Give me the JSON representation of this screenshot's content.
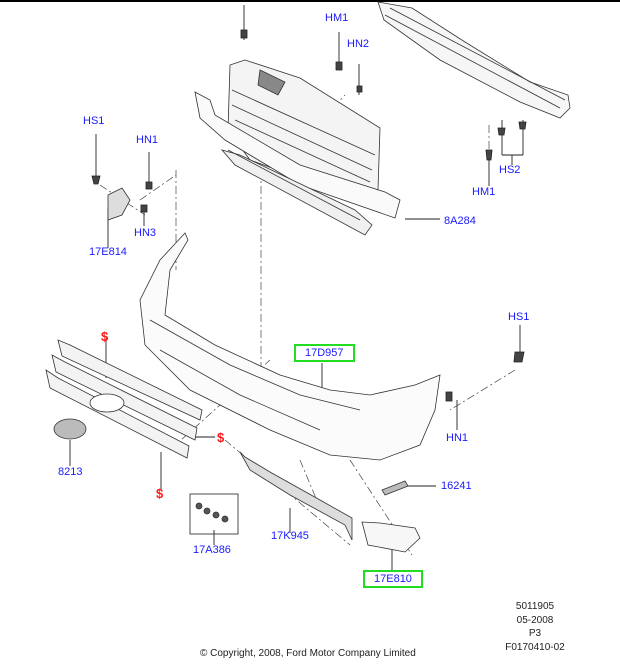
{
  "diagram": {
    "callouts": [
      {
        "id": "hm1-top",
        "text": "HM1"
      },
      {
        "id": "hn2",
        "text": "HN2"
      },
      {
        "id": "hs1-left",
        "text": "HS1"
      },
      {
        "id": "hn1-left",
        "text": "HN1"
      },
      {
        "id": "hs2",
        "text": "HS2"
      },
      {
        "id": "hm1-right",
        "text": "HM1"
      },
      {
        "id": "8a284",
        "text": "8A284"
      },
      {
        "id": "hn3",
        "text": "HN3"
      },
      {
        "id": "17e814",
        "text": "17E814"
      },
      {
        "id": "hs1-right",
        "text": "HS1"
      },
      {
        "id": "17d957",
        "text": "17D957"
      },
      {
        "id": "hn1-right",
        "text": "HN1"
      },
      {
        "id": "8213",
        "text": "8213"
      },
      {
        "id": "16241",
        "text": "16241"
      },
      {
        "id": "17k945",
        "text": "17K945"
      },
      {
        "id": "17a386",
        "text": "17A386"
      },
      {
        "id": "17e810",
        "text": "17E810"
      }
    ],
    "dollar_marks": [
      "$",
      "$",
      "$"
    ],
    "highlight_color": "#22dd22",
    "callout_color": "#1a1aff",
    "dollar_color": "#ff1a1a"
  },
  "footer": {
    "ref_number": "5011905",
    "date": "05-2008",
    "page": "P3",
    "figure_id": "F0170410-02",
    "copyright": "© Copyright, 2008, Ford Motor Company Limited"
  }
}
